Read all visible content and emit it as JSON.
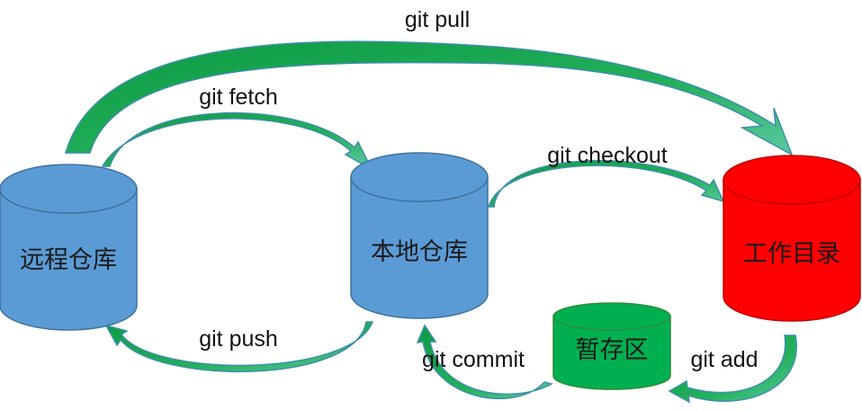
{
  "nodes": {
    "remote": {
      "label": "远程仓库",
      "color": "#5b9bd5"
    },
    "local": {
      "label": "本地仓库",
      "color": "#5b9bd5"
    },
    "workdir": {
      "label": "工作目录",
      "color": "#ff0000"
    },
    "staging": {
      "label": "暂存区",
      "color": "#00b050"
    }
  },
  "edges": {
    "pull": {
      "label": "git pull",
      "from": "remote",
      "to": "workdir"
    },
    "fetch": {
      "label": "git fetch",
      "from": "remote",
      "to": "local"
    },
    "checkout": {
      "label": "git checkout",
      "from": "local",
      "to": "workdir"
    },
    "push": {
      "label": "git push",
      "from": "local",
      "to": "remote"
    },
    "commit": {
      "label": "git commit",
      "from": "staging",
      "to": "local"
    },
    "add": {
      "label": "git add",
      "from": "workdir",
      "to": "staging"
    }
  },
  "arrow_colors": {
    "fill": "#00a651",
    "stroke": "#3d8fa8"
  }
}
